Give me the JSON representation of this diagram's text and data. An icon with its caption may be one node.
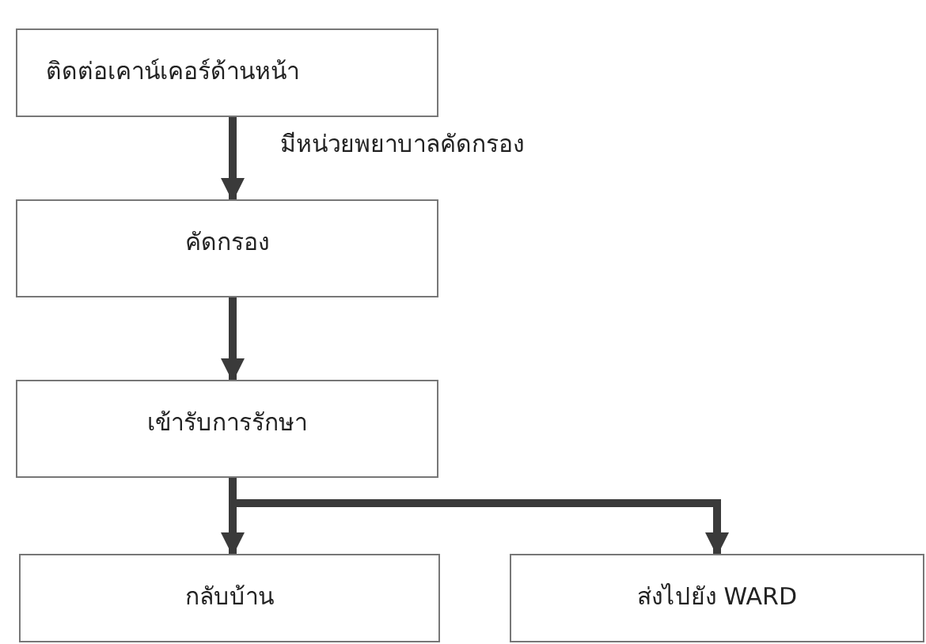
{
  "diagram": {
    "nodes": [
      {
        "text": [
          "ติดต่อเคาน์เคอร์ด้านหน้า"
        ]
      },
      {
        "text": [
          "คัดกรอง"
        ]
      },
      {
        "text": [
          "เข้ารับการรักษา"
        ]
      },
      {
        "text": [
          "กลับบ้าน"
        ]
      },
      {
        "text": [
          "ส่งไปยัง WARD"
        ]
      }
    ],
    "edges": [
      {
        "from": 0,
        "to": 1,
        "arrow": "to",
        "label": "มีหน่วยพยาบาลคัดกรอง"
      },
      {
        "from": 1,
        "to": 2,
        "arrow": "to"
      },
      {
        "from": 2,
        "to": 3,
        "arrow": "to"
      },
      {
        "from": 2,
        "to": 4,
        "arrow": "to"
      }
    ]
  }
}
